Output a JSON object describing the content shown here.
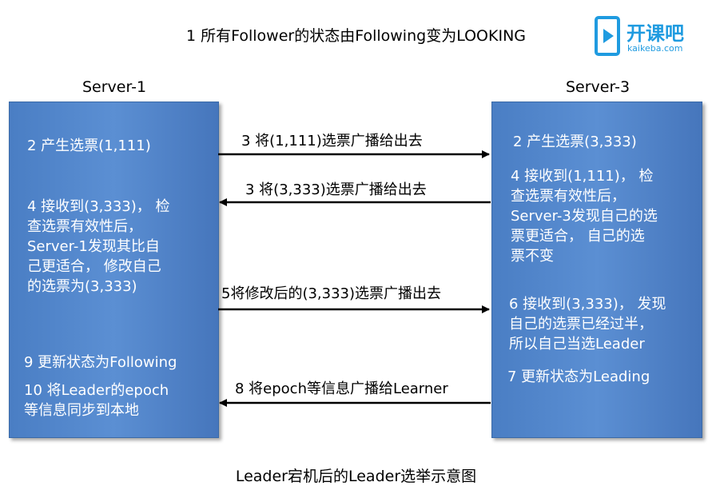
{
  "title": "1 所有Follower的状态由Following变为LOOKING",
  "caption": "Leader宕机后的Leader选举示意图",
  "logo": {
    "name": "开课吧",
    "url_text": "kaikeba.com",
    "color": "#1f9be0"
  },
  "servers": {
    "left": {
      "label": "Server-1"
    },
    "right": {
      "label": "Server-3"
    }
  },
  "left_box": {
    "step2": "2 产生选票(1,111)",
    "step4_line1": "4 接收到(3,333)， 检",
    "step4_line2": "查选票有效性后，",
    "step4_line3": "Server-1发现其比自",
    "step4_line4": "己更适合， 修改自己",
    "step4_line5": "的选票为(3,333)",
    "step9": "9 更新状态为Following",
    "step10_line1": "10 将Leader的epoch",
    "step10_line2": "等信息同步到本地"
  },
  "right_box": {
    "step2": "2 产生选票(3,333)",
    "step4_line1": "4 接收到(1,111)， 检",
    "step4_line2": "查选票有效性后，",
    "step4_line3": "Server-3发现自己的选",
    "step4_line4": "票更适合， 自己的选",
    "step4_line5": "票不变",
    "step6_line1": "6 接收到(3,333)， 发现",
    "step6_line2": "自己的选票已经过半，",
    "step6_line3": "所以自己当选Leader",
    "step7": "7 更新状态为Leading"
  },
  "arrows": [
    {
      "label": "3 将(1,111)选票广播给出去",
      "direction": "right"
    },
    {
      "label": "3 将(3,333)选票广播给出去",
      "direction": "left"
    },
    {
      "label": "5将修改后的(3,333)选票广播出去",
      "direction": "right"
    },
    {
      "label": "8 将epoch等信息广播给Learner",
      "direction": "left"
    }
  ],
  "colors": {
    "box": "#4f83c9",
    "arrow": "#000000",
    "logo": "#1f9be0"
  }
}
